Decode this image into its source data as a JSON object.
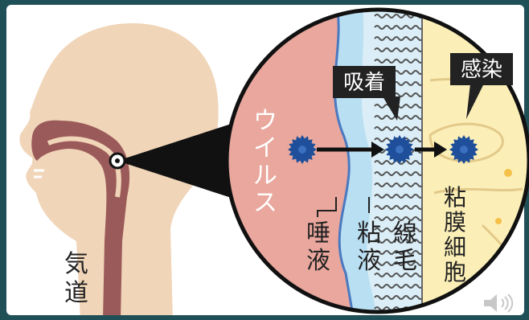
{
  "labels": {
    "airway": "気道",
    "virus": "ウイルス",
    "adsorption": "吸着",
    "infection": "感染",
    "saliva": "唾液",
    "mucus": "粘液",
    "cilia": "線毛",
    "mucosal_cells": "粘膜細胞"
  },
  "colors": {
    "frame_bg": "#1f4f57",
    "panel_bg": "#ffffff",
    "skin": "#f0d5b8",
    "airway": "#9b5a5a",
    "saliva_layer": "#e9a79d",
    "mucus_layer": "#b9dff2",
    "cilia_layer": "#dbeef7",
    "cell_layer": "#fbefb7",
    "virus": "#1f4f9a",
    "callout_bg": "#222222",
    "callout_text": "#ffffff"
  },
  "icons": [
    "virus-icon",
    "arrow-icon",
    "magnifier-pointer-icon",
    "speaker-icon"
  ]
}
